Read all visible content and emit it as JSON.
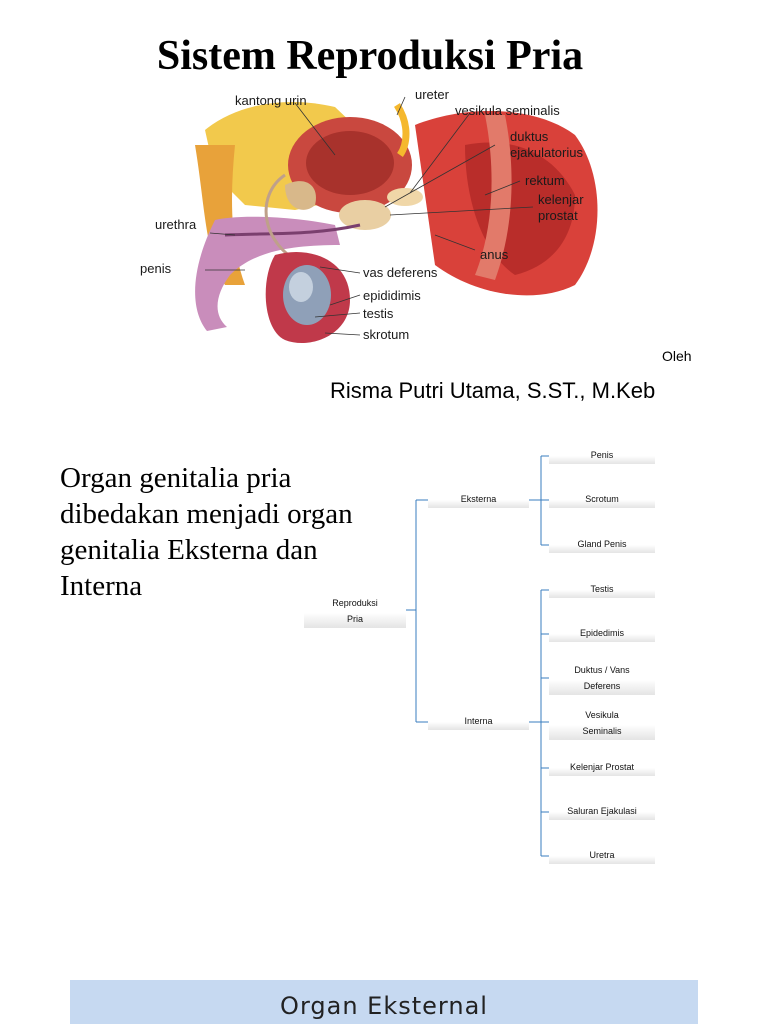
{
  "title": "Sistem Reproduksi Pria",
  "figure": {
    "labels": {
      "kantong_urin": "kantong urin",
      "ureter": "ureter",
      "vesikula": "vesikula seminalis",
      "duktus": "duktus",
      "ejakulatorius": "ejakulatorius",
      "rektum": "rektum",
      "kelenjar": "kelenjar",
      "prostat": "prostat",
      "urethra": "urethra",
      "anus": "anus",
      "penis": "penis",
      "vas_deferens": "vas deferens",
      "epididimis": "epididimis",
      "testis": "testis",
      "skrotum": "skrotum"
    }
  },
  "byline": {
    "oleh": "Oleh",
    "author": "Risma Putri Utama, S.ST., M.Keb"
  },
  "intro_text": "Organ genitalia pria dibedakan menjadi organ genitalia Eksterna dan Interna",
  "tree": {
    "root": {
      "line1": "Reproduksi",
      "line2": "Pria"
    },
    "eksterna": {
      "label": "Eksterna",
      "children": [
        "Penis",
        "Scrotum",
        "Gland Penis"
      ]
    },
    "interna": {
      "label": "Interna",
      "children": [
        {
          "line1": "Testis"
        },
        {
          "line1": "Epidedimis"
        },
        {
          "line1": "Duktus / Vans",
          "line2": "Deferens"
        },
        {
          "line1": "Vesikula",
          "line2": "Seminalis"
        },
        {
          "line1": "Kelenjar Prostat"
        },
        {
          "line1": "Saluran Ejakulasi"
        },
        {
          "line1": "Uretra"
        }
      ]
    }
  },
  "banner": "Organ Eksternal"
}
